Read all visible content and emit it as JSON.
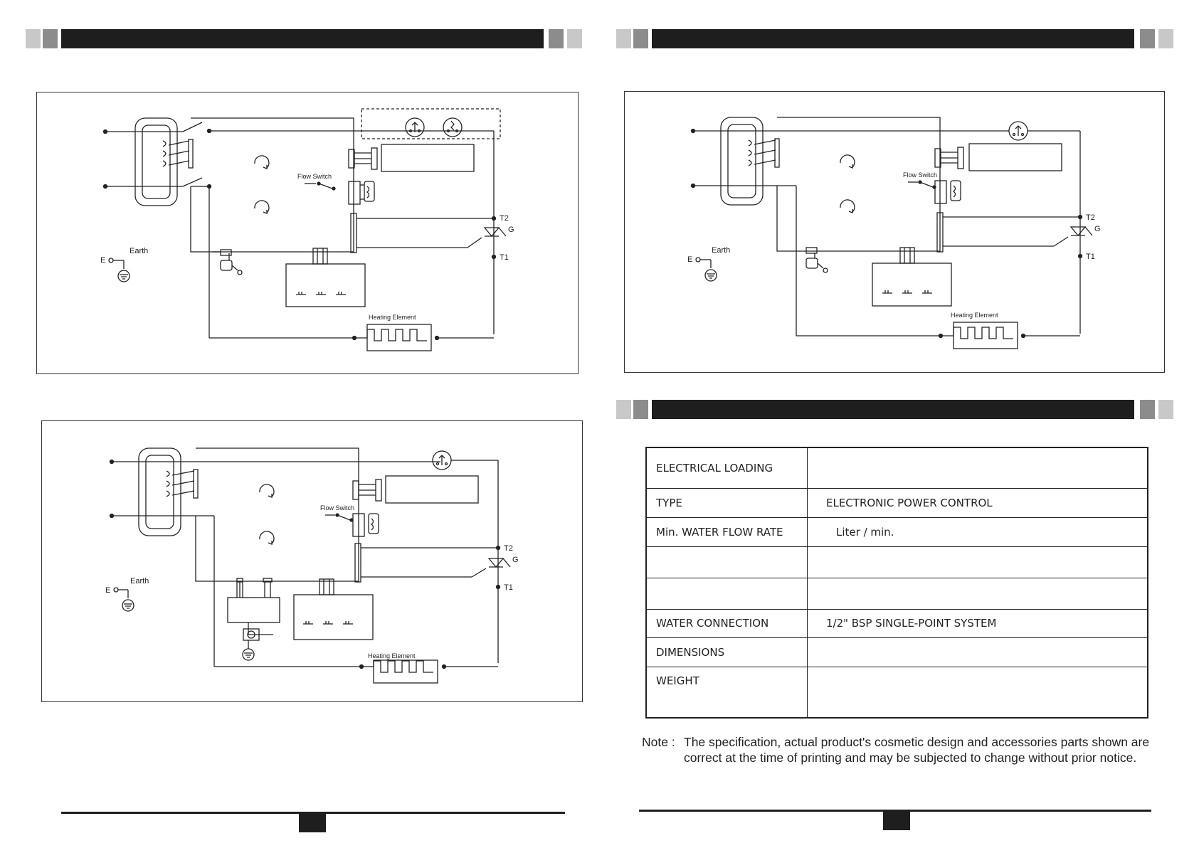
{
  "diagrams": {
    "labels": {
      "flow_switch": "Flow Switch",
      "t2": "T2",
      "g": "G",
      "t1": "T1",
      "earth": "Earth",
      "e": "E",
      "heating_element": "Heating Element"
    }
  },
  "spec_table": {
    "rows": [
      {
        "label": "ELECTRICAL LOADING",
        "value": ""
      },
      {
        "label": "TYPE",
        "value": "ELECTRONIC POWER CONTROL"
      },
      {
        "label": "Min. WATER FLOW RATE",
        "value": "Liter / min."
      },
      {
        "label": "",
        "value": ""
      },
      {
        "label": "",
        "value": ""
      },
      {
        "label": "WATER CONNECTION",
        "value": "1/2\" BSP SINGLE-POINT SYSTEM"
      },
      {
        "label": "DIMENSIONS",
        "value": ""
      },
      {
        "label": "WEIGHT",
        "value": ""
      }
    ]
  },
  "note": {
    "label": "Note :",
    "text": "The specification, actual product's cosmetic design and accessories parts shown are correct at the time of printing and may be subjected to change without prior notice."
  },
  "colors": {
    "header_bar": "#1e1e1e",
    "square_light": "#c8c8c8",
    "square_dark": "#8c8c8c"
  }
}
